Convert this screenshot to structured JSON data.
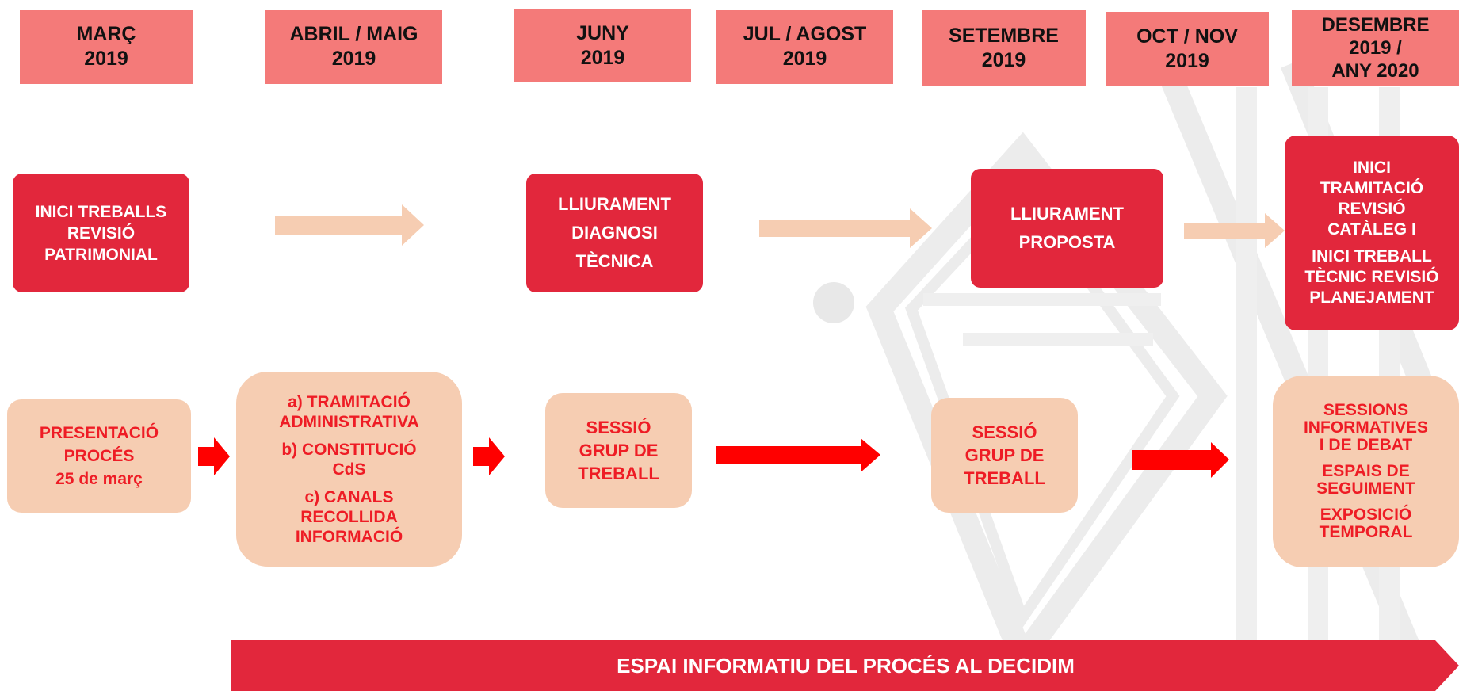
{
  "headers": [
    {
      "line1": "MARÇ",
      "line2": "2019"
    },
    {
      "line1": "ABRIL / MAIG",
      "line2": "2019"
    },
    {
      "line1": "JUNY",
      "line2": "2019"
    },
    {
      "line1": "JUL / AGOST",
      "line2": "2019"
    },
    {
      "line1": "SETEMBRE",
      "line2": "2019"
    },
    {
      "line1": "OCT / NOV",
      "line2": "2019"
    },
    {
      "line1": "DESEMBRE",
      "line2": "2019  /",
      "line3": "ANY 2020"
    }
  ],
  "milestones": [
    {
      "lines": [
        "INICI TREBALLS",
        "REVISIÓ",
        "PATRIMONIAL"
      ]
    },
    {
      "lines": [
        "LLIURAMENT",
        "DIAGNOSI",
        "TÈCNICA"
      ]
    },
    {
      "lines": [
        "LLIURAMENT",
        "PROPOSTA"
      ]
    },
    {
      "lines": [
        "INICI",
        "TRAMITACIÓ",
        "REVISIÓ",
        "CATÀLEG   I",
        "INICI TREBALL",
        "TÈCNIC REVISIÓ",
        "PLANEJAMENT"
      ]
    }
  ],
  "participation": [
    {
      "lines": [
        "PRESENTACIÓ",
        "PROCÉS",
        "25 de març"
      ]
    },
    {
      "lines": [
        "a)  TRAMITACIÓ",
        "ADMINISTRATIVA",
        "b) CONSTITUCIÓ",
        "CdS",
        "c) CANALS",
        "RECOLLIDA",
        "INFORMACIÓ"
      ]
    },
    {
      "lines": [
        "SESSIÓ",
        "GRUP DE",
        "TREBALL"
      ]
    },
    {
      "lines": [
        "SESSIÓ",
        "GRUP DE",
        "TREBALL"
      ]
    },
    {
      "lines": [
        "SESSIONS",
        "INFORMATIVES",
        "I DE DEBAT",
        "ESPAIS DE",
        "SEGUIMENT",
        "EXPOSICIÓ",
        "TEMPORAL"
      ]
    }
  ],
  "banner": {
    "text": "ESPAI INFORMATIU DEL PROCÉS AL DECIDIM"
  },
  "colors": {
    "header": "#f47a79",
    "milestone": "#e2273c",
    "participation_fill": "#f6cdb2",
    "participation_text": "#ee1c25",
    "light_arrow": "#f6cdb2",
    "red_arrow": "#ff0000",
    "banner": "#e2273c"
  }
}
